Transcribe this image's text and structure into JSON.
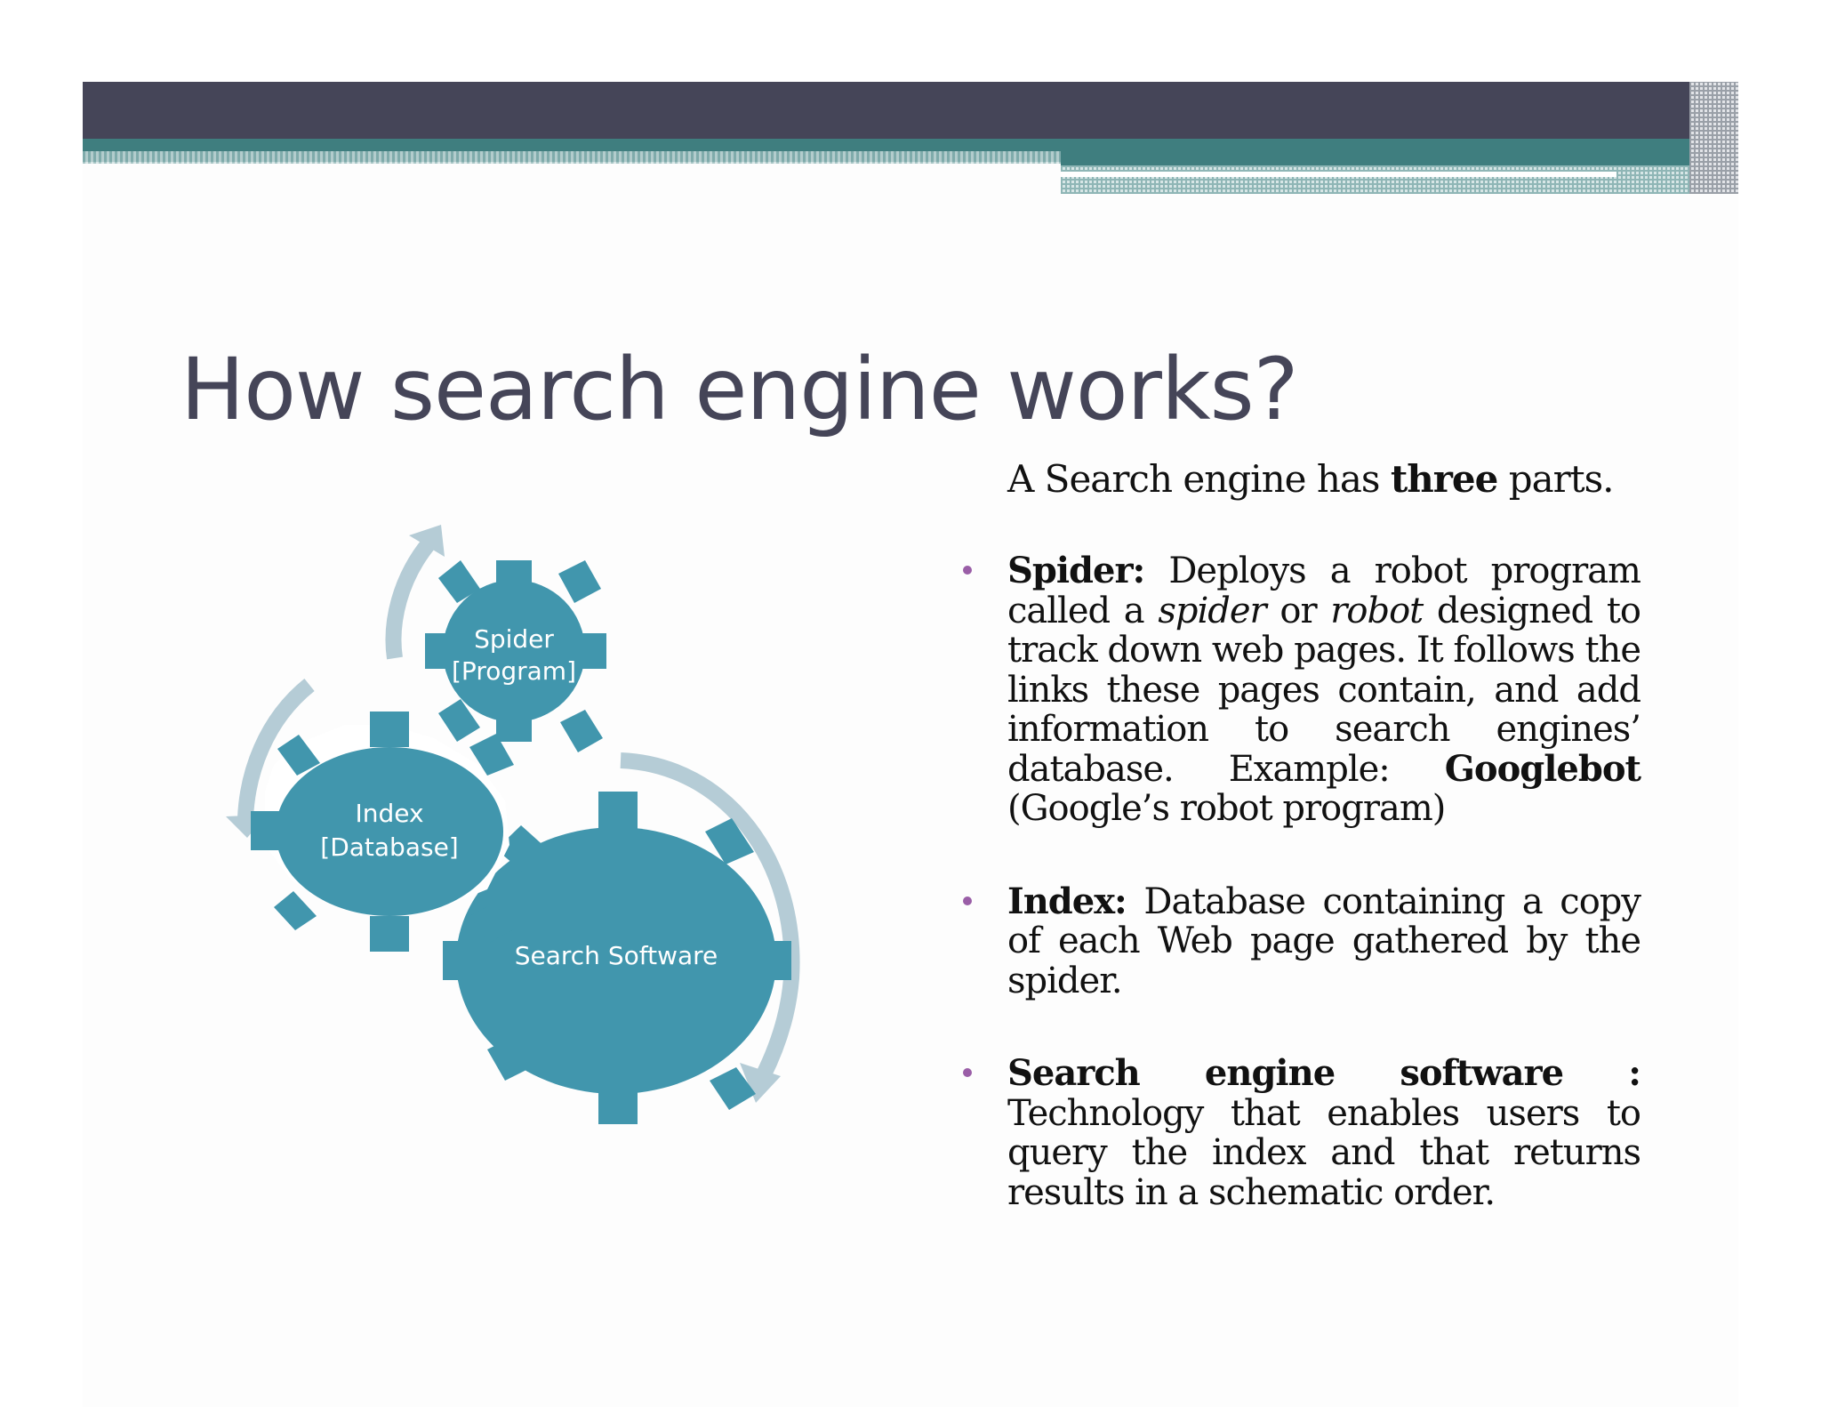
{
  "slide": {
    "title": "How search engine works?"
  },
  "intro": {
    "before": "A Search engine has ",
    "bold": "three",
    "after": " parts."
  },
  "bullets": [
    {
      "term": "Spider:",
      "text_parts": [
        " Deploys a robot program called a ",
        "spider",
        " or ",
        "robot",
        " designed to track down web pages. It follows the links these pages contain, and add information to search engines’ database. Example: ",
        "Googlebot",
        " (Google’s robot program)"
      ]
    },
    {
      "term": "Index:",
      "text": " Database containing a copy of each Web page gathered by the spider."
    },
    {
      "term": "Search engine software :",
      "text": " Technology that enables users to query the index and that returns results in a schematic order."
    }
  ],
  "diagram": {
    "gears": [
      {
        "line1": "Spider",
        "line2": "[Program]"
      },
      {
        "line1": "Index",
        "line2": "[Database]"
      },
      {
        "line1": "Search Software",
        "line2": ""
      }
    ],
    "colors": {
      "gear": "#4196ad",
      "arrow": "#b5ccd6",
      "bullet_dot": "#9a5ea7",
      "title": "#454558"
    }
  }
}
